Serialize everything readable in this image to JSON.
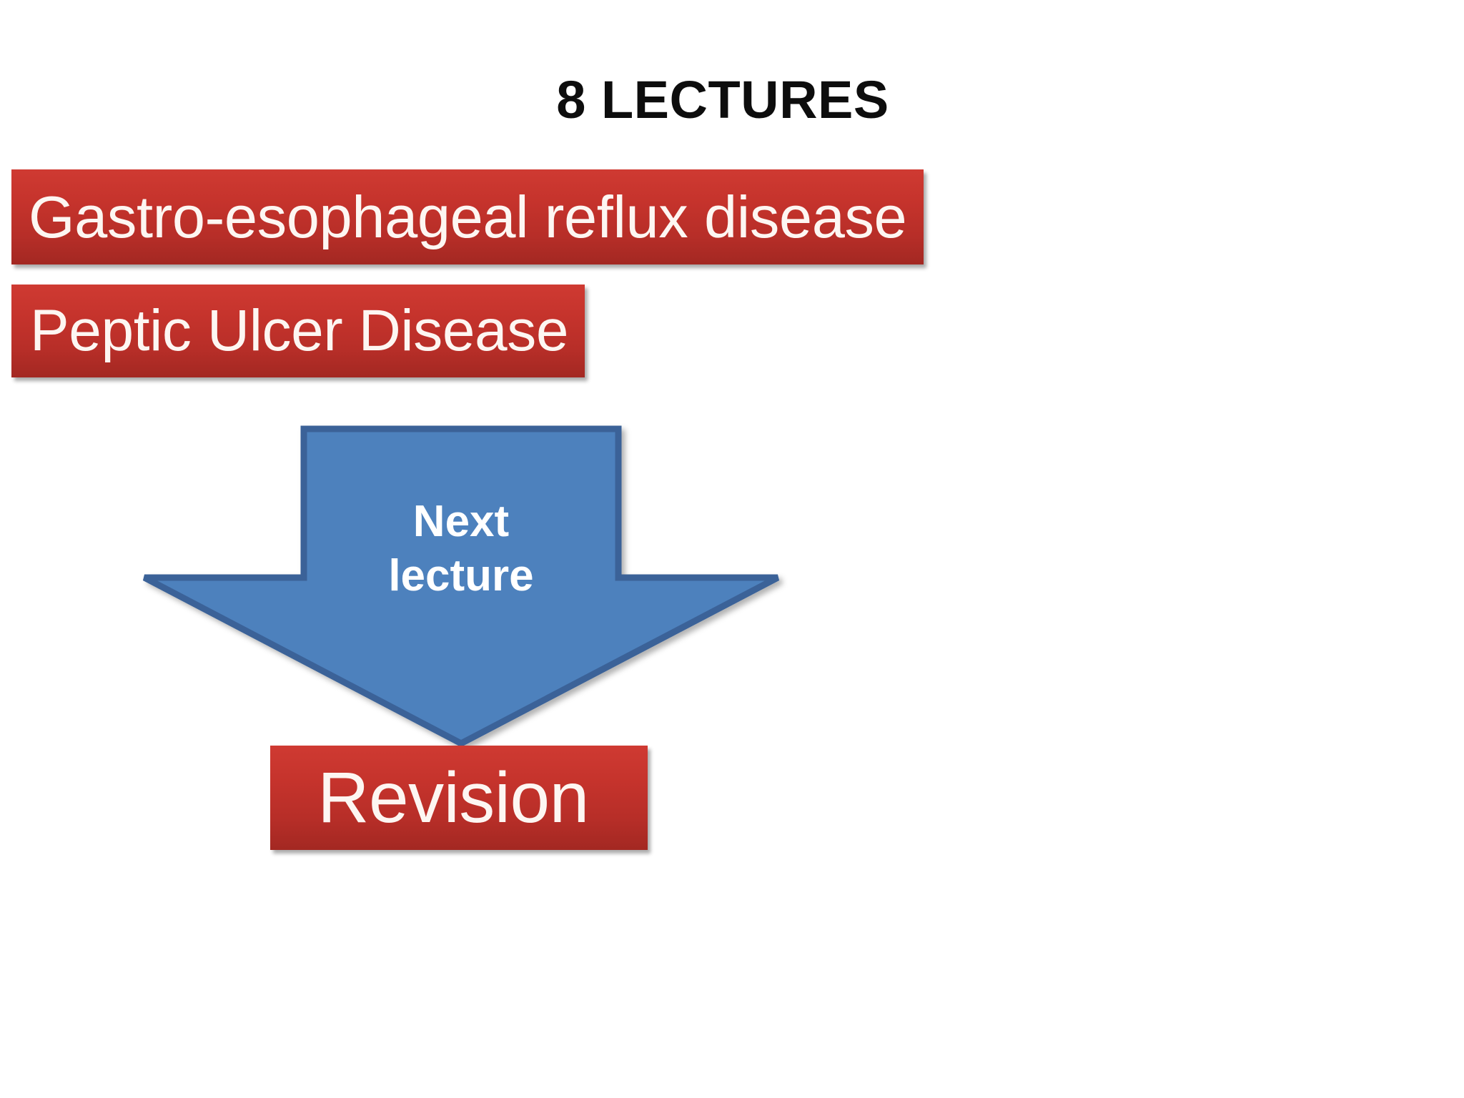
{
  "slide": {
    "title": "8 LECTURES",
    "background_color": "#FFFFFF"
  },
  "colors": {
    "red_box_top": "#CF3A32",
    "red_box_bottom": "#A32822",
    "red_box_text": "#FDF6F2",
    "arrow_fill": "#4E81BD",
    "arrow_stroke": "#3A6298",
    "title_text": "#0D0D0D"
  },
  "topics": [
    {
      "id": "gerd",
      "label": "Gastro-esophageal reflux disease",
      "shape": "rectangle",
      "color": "#C5332C"
    },
    {
      "id": "pud",
      "label": "Peptic Ulcer Disease",
      "shape": "rectangle",
      "color": "#C5332C"
    }
  ],
  "arrow": {
    "id": "next-lecture-arrow",
    "direction": "down",
    "shape": "block-arrow",
    "fill": "#4E81BD",
    "label_lines": [
      "Next",
      "lecture"
    ],
    "label_text": "Next lecture"
  },
  "outcome": {
    "id": "revision",
    "label": "Revision",
    "shape": "rectangle",
    "color": "#C5332C"
  }
}
